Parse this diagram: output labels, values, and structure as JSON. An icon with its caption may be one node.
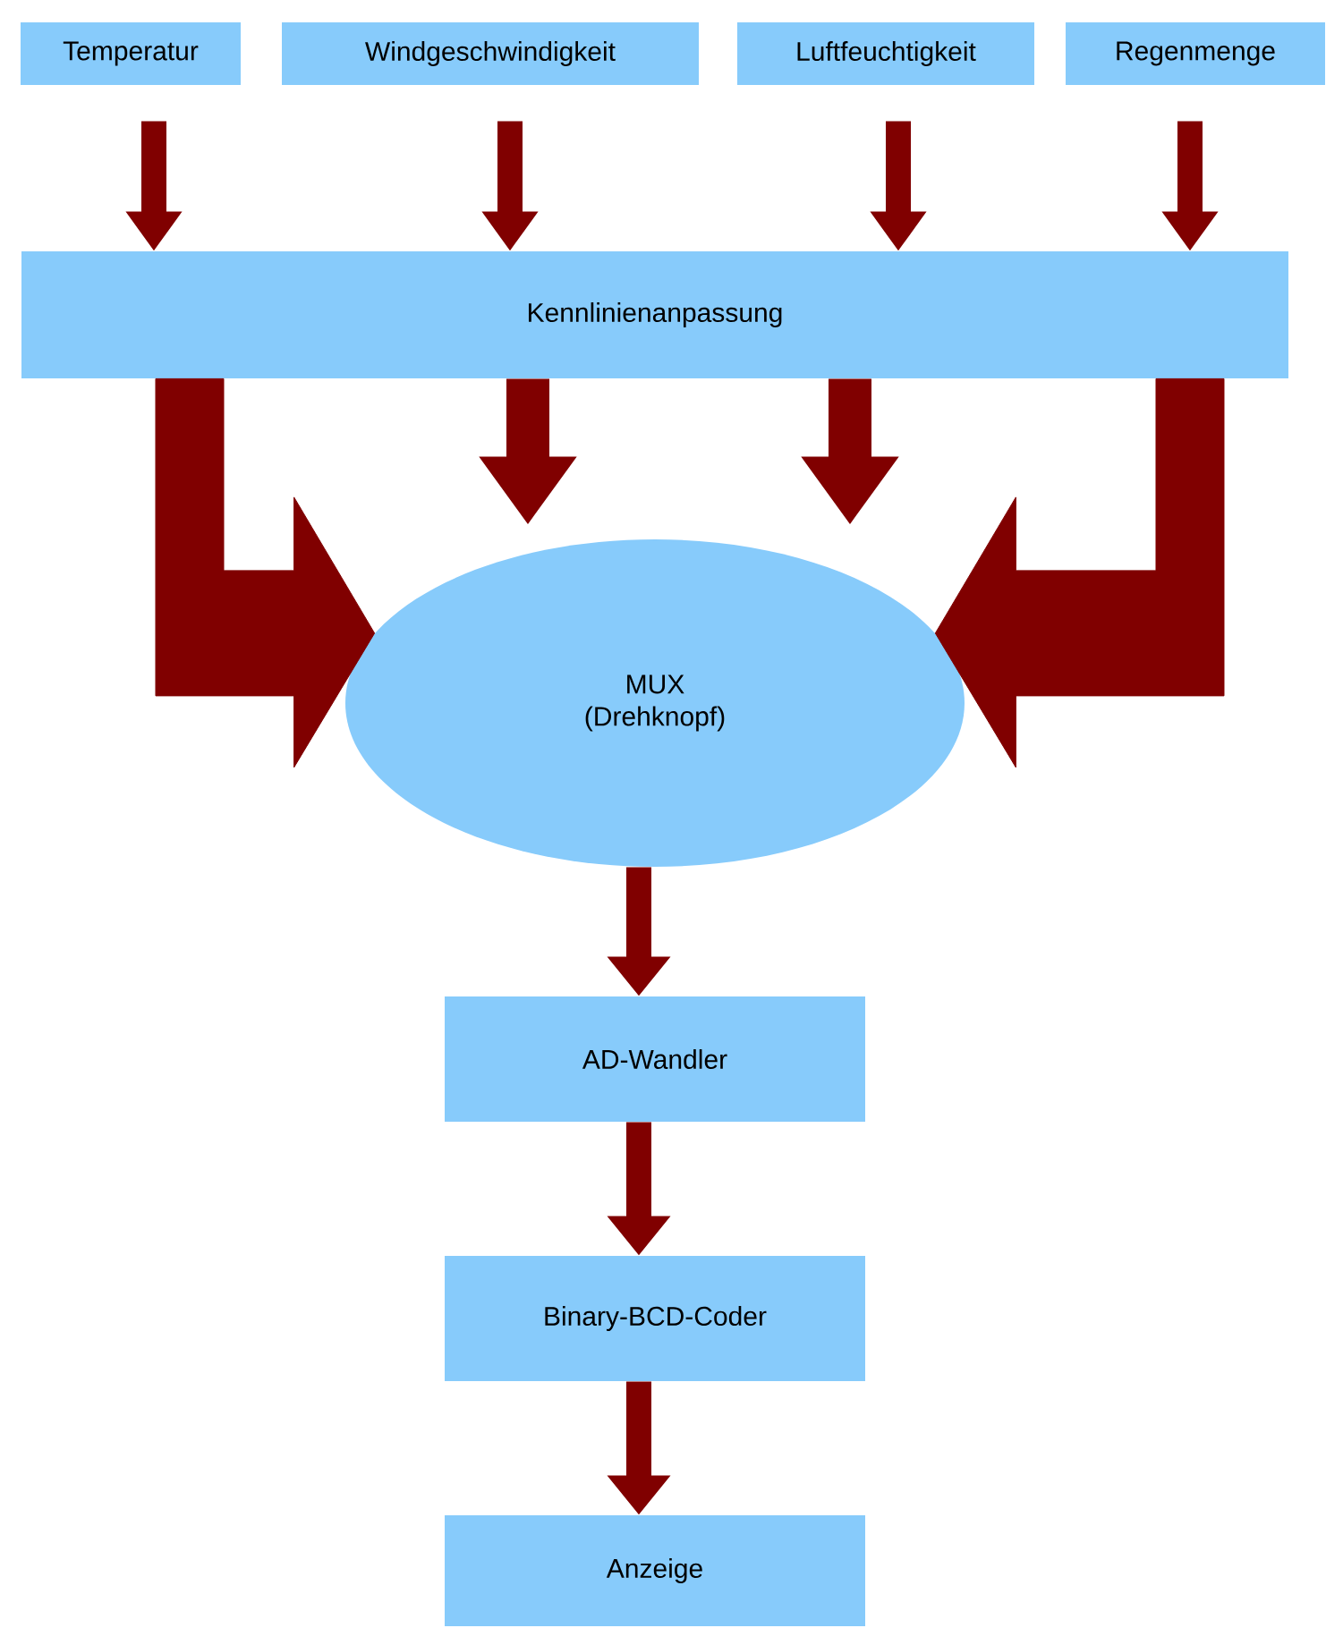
{
  "diagram": {
    "nodes": [
      {
        "text": [
          "Temperatur"
        ]
      },
      {
        "text": [
          "Windgeschwindigkeit"
        ]
      },
      {
        "text": [
          "Luftfeuchtigkeit"
        ]
      },
      {
        "text": [
          "Regenmenge"
        ]
      },
      {
        "text": [
          "Kennlinienanpassung"
        ]
      },
      {
        "text": [
          "MUX (Drehknopf)"
        ]
      },
      {
        "text": [
          "AD-Wandler"
        ]
      },
      {
        "text": [
          "Binary-BCD-Coder"
        ]
      },
      {
        "text": [
          "Anzeige"
        ]
      }
    ],
    "edges": [
      {
        "from": 0,
        "to": 4,
        "arrow": "to"
      },
      {
        "from": 1,
        "to": 4,
        "arrow": "to"
      },
      {
        "from": 2,
        "to": 4,
        "arrow": "to"
      },
      {
        "from": 3,
        "to": 4,
        "arrow": "to"
      },
      {
        "from": 4,
        "to": 5,
        "arrow": "to",
        "style": "thick"
      },
      {
        "from": 4,
        "to": 5,
        "arrow": "to"
      },
      {
        "from": 4,
        "to": 5,
        "arrow": "to"
      },
      {
        "from": 4,
        "to": 5,
        "arrow": "to",
        "style": "thick"
      },
      {
        "from": 5,
        "to": 6,
        "arrow": "to"
      },
      {
        "from": 6,
        "to": 7,
        "arrow": "to"
      },
      {
        "from": 7,
        "to": 8,
        "arrow": "to"
      }
    ]
  }
}
